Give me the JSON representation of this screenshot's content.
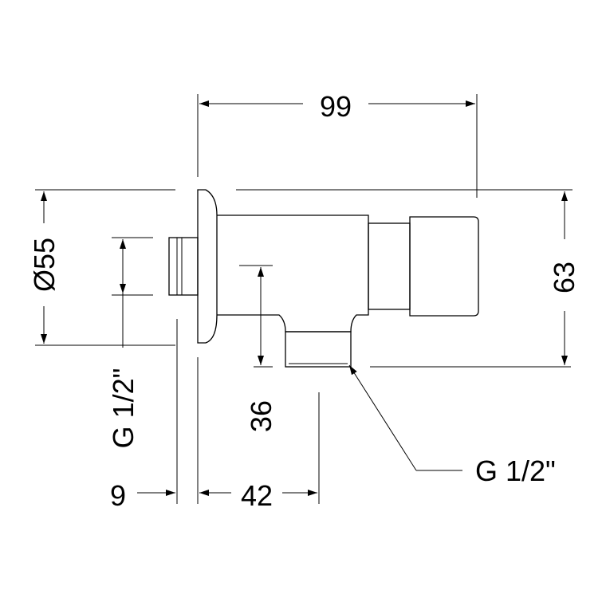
{
  "dimensions": {
    "overall_length": "99",
    "height": "63",
    "flange_diameter": "Ø55",
    "inlet_thread": "G 1/2\"",
    "outlet_height": "36",
    "flange_thickness": "9",
    "outlet_offset": "42",
    "outlet_thread": "G 1/2\""
  },
  "colors": {
    "line": "#000000",
    "background": "#ffffff"
  }
}
